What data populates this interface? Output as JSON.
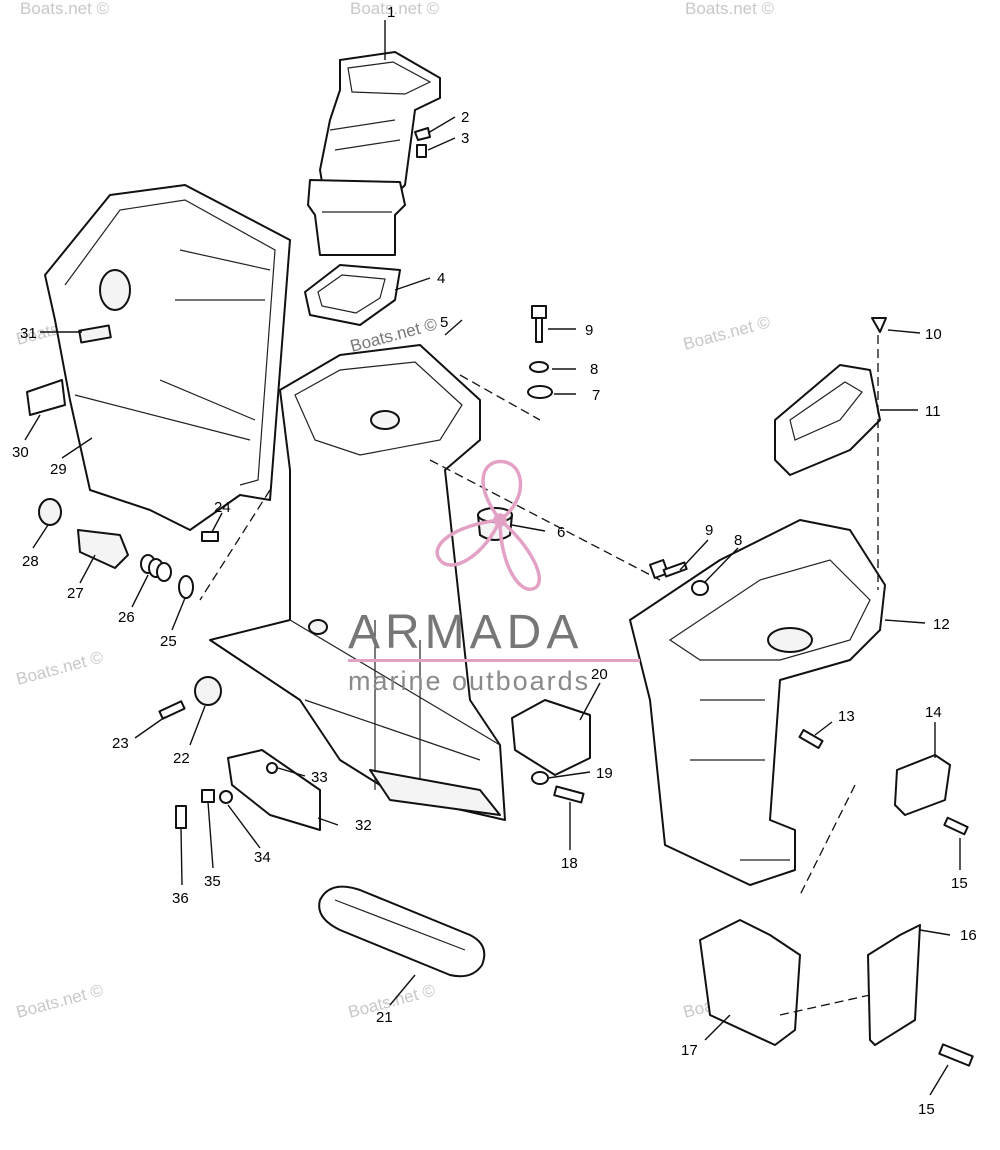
{
  "watermark": "Boats.net ©",
  "brand": {
    "name": "ARMADA",
    "tagline": "marine outboards",
    "accent_color": "#e3a1c6"
  },
  "callouts": [
    "1",
    "2",
    "3",
    "4",
    "5",
    "6",
    "7",
    "8",
    "8",
    "9",
    "9",
    "10",
    "11",
    "12",
    "13",
    "14",
    "15",
    "15",
    "16",
    "17",
    "18",
    "19",
    "20",
    "21",
    "22",
    "23",
    "24",
    "25",
    "26",
    "27",
    "28",
    "29",
    "30",
    "31",
    "32",
    "33",
    "34",
    "35",
    "36"
  ]
}
